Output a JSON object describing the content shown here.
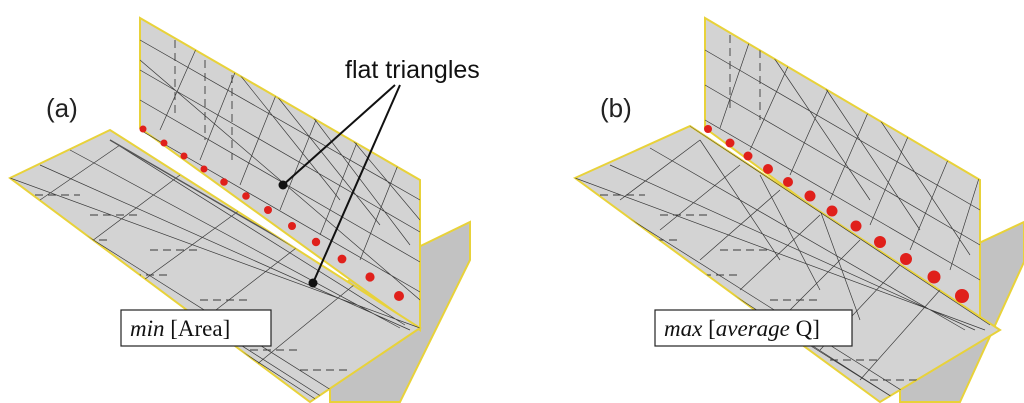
{
  "panels": [
    {
      "label": "(a)",
      "caption_italic": "min",
      "caption_rest": " [Area]",
      "callout": "flat triangles",
      "point_color": "#e0201b"
    },
    {
      "label": "(b)",
      "caption_italic": "max",
      "caption_mid": " [",
      "caption_italic2": "average",
      "caption_rest": " Q]",
      "point_color": "#e0201b"
    }
  ],
  "colors": {
    "plane_fill": "#d3d3d3",
    "plane_edge": "#e8d23a",
    "mesh_line": "#3a3a3a",
    "points": "#e0201b"
  }
}
